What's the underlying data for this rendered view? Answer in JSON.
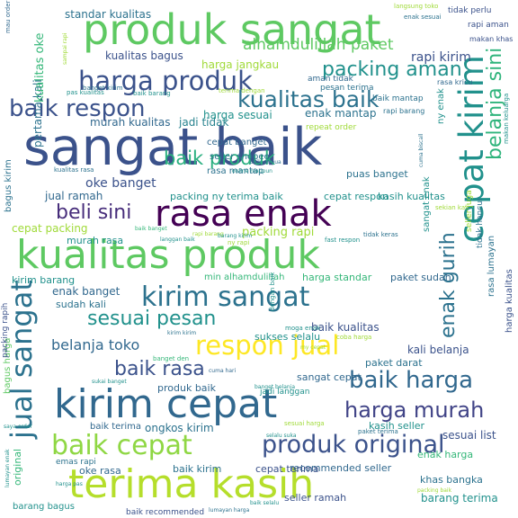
{
  "words": [
    {
      "text": "sangat baik",
      "color": "#3b528b"
    },
    {
      "text": "produk sangat",
      "color": "#5ec962"
    },
    {
      "text": "kualitas produk",
      "color": "#5ec962"
    },
    {
      "text": "kirim cepat",
      "color": "#31688e"
    },
    {
      "text": "terima kasih",
      "color": "#b5de2b"
    },
    {
      "text": "rasa enak",
      "color": "#440154"
    },
    {
      "text": "cepat kirim",
      "color": "#21918c"
    },
    {
      "text": "kirim sangat",
      "color": "#2c728e"
    },
    {
      "text": "harga produk",
      "color": "#3b528b"
    },
    {
      "text": "baik cepat",
      "color": "#8fd744"
    },
    {
      "text": "produk original",
      "color": "#3b528b"
    },
    {
      "text": "respon jual",
      "color": "#fde725"
    },
    {
      "text": "jual sangat",
      "color": "#2c728e"
    },
    {
      "text": "baik respon",
      "color": "#3b528b"
    },
    {
      "text": "kualitas baik",
      "color": "#2c728e"
    },
    {
      "text": "baik harga",
      "color": "#31688e"
    },
    {
      "text": "harga murah",
      "color": "#414487"
    },
    {
      "text": "sesuai pesan",
      "color": "#21918c"
    },
    {
      "text": "packing aman",
      "color": "#21918c"
    },
    {
      "text": "baik produk",
      "color": "#29af7f"
    },
    {
      "text": "beli sini",
      "color": "#472d7b"
    },
    {
      "text": "belanja sini",
      "color": "#2fb47c"
    },
    {
      "text": "enak gurih",
      "color": "#2c728e"
    },
    {
      "text": "baik rasa",
      "color": "#3b528b"
    },
    {
      "text": "belanja toko",
      "color": "#31688e"
    },
    {
      "text": "alhamdulillah paket",
      "color": "#5ec962"
    },
    {
      "text": "standar kualitas",
      "color": "#2c728e"
    },
    {
      "text": "harga jangkau",
      "color": "#a0da39"
    },
    {
      "text": "kualitas bagus",
      "color": "#3b528b"
    },
    {
      "text": "rapi kirim",
      "color": "#3b528b"
    },
    {
      "text": "murah kualitas",
      "color": "#31688e"
    },
    {
      "text": "jadi tidak",
      "color": "#26828e"
    },
    {
      "text": "pertama kali",
      "color": "#2c728e"
    },
    {
      "text": "kualitas oke",
      "color": "#35b779"
    },
    {
      "text": "harga sesuai",
      "color": "#21918c"
    },
    {
      "text": "enak mantap",
      "color": "#2c728e"
    },
    {
      "text": "oke banget",
      "color": "#3b528b"
    },
    {
      "text": "packing ny",
      "color": "#21918c"
    },
    {
      "text": "jual ramah",
      "color": "#31688e"
    },
    {
      "text": "terima baik",
      "color": "#21918c"
    },
    {
      "text": "cepat respon",
      "color": "#21918c"
    },
    {
      "text": "kasih kualitas",
      "color": "#21918c"
    },
    {
      "text": "puas banget",
      "color": "#2c728e"
    },
    {
      "text": "cepat packing",
      "color": "#a0da39"
    },
    {
      "text": "packing rapi",
      "color": "#a0da39"
    },
    {
      "text": "murah rasa",
      "color": "#21918c"
    },
    {
      "text": "kirim barang",
      "color": "#21918c"
    },
    {
      "text": "harga standar",
      "color": "#35b779"
    },
    {
      "text": "paket sudah",
      "color": "#31688e"
    },
    {
      "text": "enak banget",
      "color": "#31688e"
    },
    {
      "text": "sudah kali",
      "color": "#2c728e"
    },
    {
      "text": "baik kualitas",
      "color": "#3b528b"
    },
    {
      "text": "sukses selalu",
      "color": "#21918c"
    },
    {
      "text": "kali belanja",
      "color": "#3b528b"
    },
    {
      "text": "sangat cepat",
      "color": "#31688e"
    },
    {
      "text": "kasih seller",
      "color": "#21918c"
    },
    {
      "text": "paket darat",
      "color": "#2c728e"
    },
    {
      "text": "sesuai list",
      "color": "#3b528b"
    },
    {
      "text": "enak harga",
      "color": "#35b779"
    },
    {
      "text": "barang terima",
      "color": "#21918c"
    },
    {
      "text": "khas bangka",
      "color": "#2c728e"
    },
    {
      "text": "seller ramah",
      "color": "#3b528b"
    },
    {
      "text": "recommended seller",
      "color": "#31688e"
    },
    {
      "text": "ongkos kirim",
      "color": "#2c728e"
    },
    {
      "text": "baik kirim",
      "color": "#2c728e"
    },
    {
      "text": "cepat terima",
      "color": "#3b528b"
    },
    {
      "text": "oke rasa",
      "color": "#31688e"
    },
    {
      "text": "emas rapi",
      "color": "#2c728e"
    },
    {
      "text": "barang bagus",
      "color": "#21918c"
    },
    {
      "text": "baik recommended",
      "color": "#3b528b"
    },
    {
      "text": "produk baik",
      "color": "#31688e"
    },
    {
      "text": "baik terima",
      "color": "#31688e"
    },
    {
      "text": "bagus harga",
      "color": "#5ec962"
    },
    {
      "text": "bagus kirim",
      "color": "#2c728e"
    },
    {
      "text": "harga kualitas",
      "color": "#3b528b"
    },
    {
      "text": "rasa lumayan",
      "color": "#2c728e"
    },
    {
      "text": "cepat banget",
      "color": "#31688e"
    },
    {
      "text": "rasa mantap",
      "color": "#2c728e"
    },
    {
      "text": "seller shopee",
      "color": "#2c728e"
    },
    {
      "text": "aman tidak",
      "color": "#31688e"
    },
    {
      "text": "pesan terima",
      "color": "#2c728e"
    },
    {
      "text": "packing rapih",
      "color": "#3b528b"
    },
    {
      "text": "min alhamdulillah",
      "color": "#35b779"
    },
    {
      "text": "original",
      "color": "#35b779"
    },
    {
      "text": "ny enak",
      "color": "#21918c"
    },
    {
      "text": "sangat enak",
      "color": "#21918c"
    },
    {
      "text": "sekian kali",
      "color": "#a0da39"
    },
    {
      "text": "tidak perlu",
      "color": "#3b528b"
    },
    {
      "text": "rapi aman",
      "color": "#3b528b"
    },
    {
      "text": "makan khas",
      "color": "#3b528b"
    },
    {
      "text": "enak sesuai",
      "color": "#2c728e"
    },
    {
      "text": "langsung toko",
      "color": "#a0da39"
    },
    {
      "text": "mau order",
      "color": "#31688e"
    },
    {
      "text": "pas kualitas",
      "color": "#21918c"
    },
    {
      "text": "repeat order",
      "color": "#a0da39"
    },
    {
      "text": "online maupun",
      "color": "#21918c"
    },
    {
      "text": "terima dengan",
      "color": "#a0da39"
    },
    {
      "text": "banget kirim",
      "color": "#2c728e"
    },
    {
      "text": "baik mantap",
      "color": "#2c728e"
    },
    {
      "text": "rapi barang",
      "color": "#2c728e"
    },
    {
      "text": "rasa kricu",
      "color": "#31688e"
    },
    {
      "text": "kualitas rasa",
      "color": "#2c728e"
    },
    {
      "text": "baik barang",
      "color": "#21918c"
    },
    {
      "text": "baik banget",
      "color": "#35b779"
    },
    {
      "text": "tidak hancur",
      "color": "#2c728e"
    },
    {
      "text": "seller juga",
      "color": "#a0da39"
    },
    {
      "text": "fast respon",
      "color": "#21918c"
    },
    {
      "text": "tidak keras",
      "color": "#2c728e"
    },
    {
      "text": "moga enak",
      "color": "#21918c"
    },
    {
      "text": "coba harga",
      "color": "#a0da39"
    },
    {
      "text": "cuma hari",
      "color": "#31688e"
    },
    {
      "text": "jadi langgan",
      "color": "#21918c"
    },
    {
      "text": "banget belanja",
      "color": "#21918c"
    },
    {
      "text": "banget den",
      "color": "#35b779"
    },
    {
      "text": "dengan baik",
      "color": "#21918c"
    },
    {
      "text": "lumayan harga",
      "color": "#2c728e"
    },
    {
      "text": "selalu suka",
      "color": "#21918c"
    },
    {
      "text": "baik selalu",
      "color": "#21918c"
    },
    {
      "text": "paket terima",
      "color": "#2c728e"
    },
    {
      "text": "sesuai harga",
      "color": "#a0da39"
    },
    {
      "text": "baik semua",
      "color": "#2c728e"
    },
    {
      "text": "langgan baik",
      "color": "#21918c"
    },
    {
      "text": "harga pas",
      "color": "#21918c"
    },
    {
      "text": "lumayan enak",
      "color": "#21918c"
    },
    {
      "text": "packing baik",
      "color": "#a0da39"
    },
    {
      "text": "kirim kirim",
      "color": "#2c728e"
    },
    {
      "text": "saya order",
      "color": "#21918c"
    },
    {
      "text": "sukai banget",
      "color": "#21918c"
    },
    {
      "text": "my cepat",
      "color": "#a0da39"
    },
    {
      "text": "ny rapi",
      "color": "#a0da39"
    },
    {
      "text": "rapi barang",
      "color": "#a0da39"
    },
    {
      "text": "barang kirim",
      "color": "#21918c"
    },
    {
      "text": "cuma biscall",
      "color": "#2c728e"
    },
    {
      "text": "sampai rapi",
      "color": "#a0da39"
    },
    {
      "text": "makan keluarga",
      "color": "#21918c"
    }
  ]
}
